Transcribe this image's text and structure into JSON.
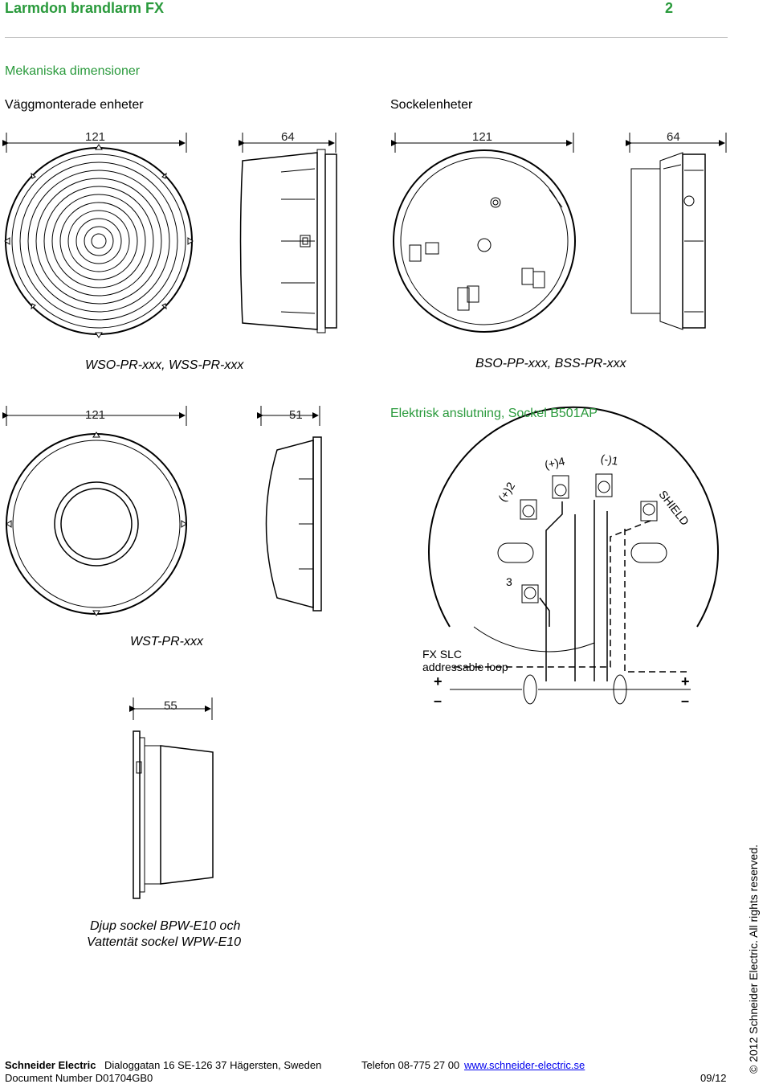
{
  "header": {
    "title": "Larmdon brandlarm FX",
    "page_number": "2"
  },
  "section": {
    "heading": "Mekaniska dimensioner",
    "left_subheading": "Väggmonterade enheter",
    "right_subheading": "Sockelenheter"
  },
  "dimensions": {
    "wall_diameter": "121",
    "wall_depth": "64",
    "base_diameter": "121",
    "base_depth": "64",
    "wst_diameter": "121",
    "wst_depth": "51",
    "deep_base_depth": "55"
  },
  "captions": {
    "wall_units": "WSO-PR-xxx, WSS-PR-xxx",
    "base_units": "BSO-PP-xxx, BSS-PR-xxx",
    "wst_unit": "WST-PR-xxx",
    "deep_base_line1": "Djup sockel BPW-E10 och",
    "deep_base_line2": "Vattentät sockel WPW-E10"
  },
  "wiring": {
    "heading": "Elektrisk anslutning, Sockel B501AP",
    "terminal_plus4": "(+)4",
    "terminal_minus1": "(-)1",
    "terminal_plus2": "(+)2",
    "terminal_shield": "SHIELD",
    "terminal_3": "3",
    "loop_label_line1": "FX SLC",
    "loop_label_line2": "addressable loop",
    "plus_left": "+",
    "minus_left": "–",
    "plus_right": "+",
    "minus_right": "–"
  },
  "footer": {
    "company": "Schneider Electric",
    "address": "Dialoggatan 16  SE-126 37 Hägersten, Sweden",
    "phone": "Telefon 08-775 27 00",
    "website": "www.schneider-electric.se",
    "document_number": "Document Number D01704GB0",
    "date": "09/12",
    "copyright": "© 2012 Schneider Electric. All rights reserved."
  }
}
